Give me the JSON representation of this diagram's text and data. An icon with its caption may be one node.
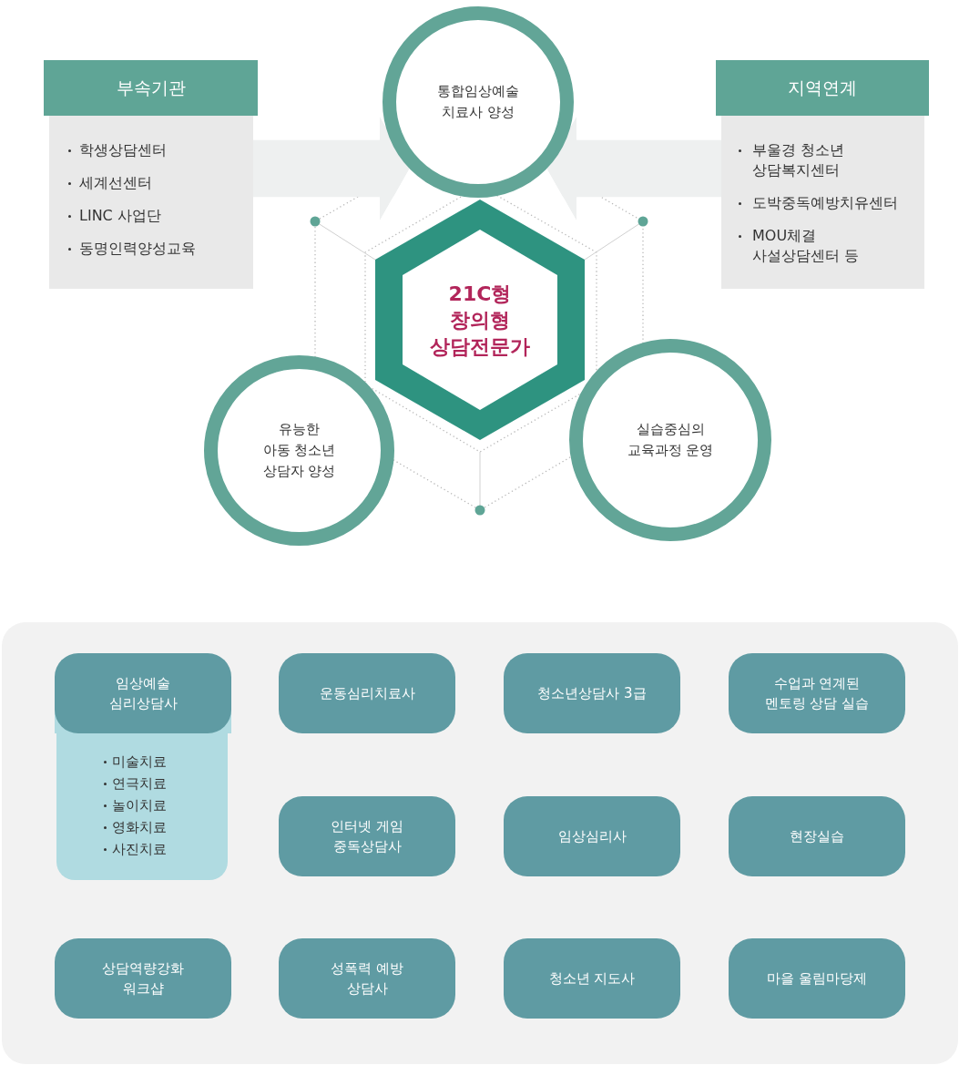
{
  "diagram": {
    "nodes": [
      {
        "text": [
          "부속기관"
        ]
      },
      {
        "text": [
          "학생상담센터",
          "세계선센터",
          "LINC 사업단",
          "동명인력양성교육"
        ]
      },
      {
        "text": [
          "지역연계"
        ]
      },
      {
        "text": [
          "부울경 청소년 상담복지센터",
          "도박중독예방치유센터",
          "MOU체결 사설상담센터 등"
        ]
      },
      {
        "text": [
          "통합임상예술 치료사 양성"
        ]
      },
      {
        "text": [
          "21C형 창의형 상담전문가"
        ]
      },
      {
        "text": [
          "유능한 아동 청소년 상담자 양성"
        ]
      },
      {
        "text": [
          "실습중심의 교육과정 운영"
        ]
      },
      {
        "text": [],
        "shape": "box"
      },
      {
        "text": [
          "임상예술 심리상담사"
        ],
        "in": 8
      },
      {
        "text": [
          "미술치료",
          "연극치료",
          "놀이치료",
          "영화치료",
          "사진치료"
        ],
        "in": 8
      },
      {
        "text": [
          "운동심리치료사"
        ],
        "in": 8
      },
      {
        "text": [
          "청소년상담사 3급"
        ],
        "in": 8
      },
      {
        "text": [
          "수업과 연계된 멘토링 상담 실습"
        ],
        "in": 8
      },
      {
        "text": [
          "인터넷 게임 중독상담사"
        ],
        "in": 8
      },
      {
        "text": [
          "임상심리사"
        ],
        "in": 8
      },
      {
        "text": [
          "현장실습"
        ],
        "in": 8
      },
      {
        "text": [
          "상담역량강화 워크샵"
        ],
        "in": 8
      },
      {
        "text": [
          "성폭력 예방 상담사"
        ],
        "in": 8
      },
      {
        "text": [
          "청소년 지도사"
        ],
        "in": 8
      },
      {
        "text": [
          "마을 울림마당제"
        ],
        "in": 8
      }
    ],
    "edges": [
      {
        "from": 1,
        "to": 4,
        "arrow": "to"
      },
      {
        "from": 3,
        "to": 4,
        "arrow": "to"
      }
    ]
  }
}
